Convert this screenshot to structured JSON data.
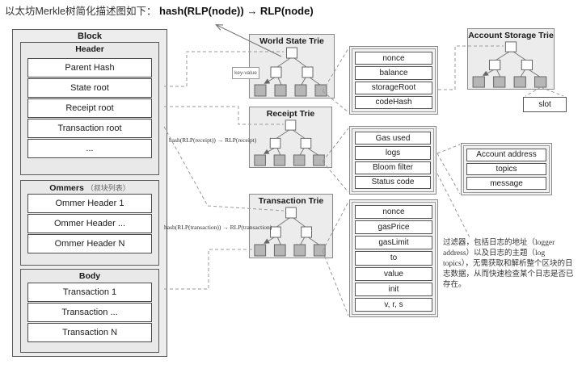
{
  "page": {
    "title": "以太坊Merkle树简化描述图如下："
  },
  "formulas": {
    "node": "hash(RLP(node)) → RLP(node)",
    "receipt": "hash(RLP(receipt)) → RLP(receipt)",
    "transaction": "hash(RLP(transaction)) → RLP(transaction)",
    "key_value": "key-value"
  },
  "block": {
    "title": "Block",
    "header": {
      "title": "Header",
      "rows": [
        "Parent Hash",
        "State root",
        "Receipt root",
        "Transaction root",
        "..."
      ]
    },
    "ommers": {
      "title": "Ommers",
      "subtitle": "（叔块列表）",
      "rows": [
        "Ommer Header 1",
        "Ommer Header ...",
        "Ommer Header N"
      ]
    },
    "body": {
      "title": "Body",
      "rows": [
        "Transaction 1",
        "Transaction ...",
        "Transaction N"
      ]
    }
  },
  "tries": {
    "world_state": {
      "title": "World State Trie"
    },
    "receipt": {
      "title": "Receipt Trie"
    },
    "transaction": {
      "title": "Transaction Trie"
    },
    "account_storage": {
      "title": "Account Storage Trie"
    }
  },
  "account_fields": {
    "rows": [
      "nonce",
      "balance",
      "storageRoot",
      "codeHash"
    ]
  },
  "receipt_fields": {
    "rows": [
      "Gas used",
      "logs",
      "Bloom filter",
      "Status code"
    ]
  },
  "log_fields": {
    "rows": [
      "Account address",
      "topics",
      "message"
    ]
  },
  "transaction_fields": {
    "rows": [
      "nonce",
      "gasPrice",
      "gasLimit",
      "to",
      "value",
      "init",
      "v, r, s"
    ]
  },
  "slot": {
    "label": "slot"
  },
  "annotation": {
    "text": "过滤器，包括日志的地址（logger address）以及日志的主题（log topics），无需获取和解析整个区块的日志数据，从而快速检查某个日志是否已存在。"
  },
  "colors": {
    "box_fill": "#ededed",
    "row_fill": "#ffffff",
    "leaf_node_fill": "#b6b6b6",
    "branch_node_fill": "#ffffff",
    "dashed_line": "#9a9a9a",
    "border": "#5a5a5a"
  }
}
